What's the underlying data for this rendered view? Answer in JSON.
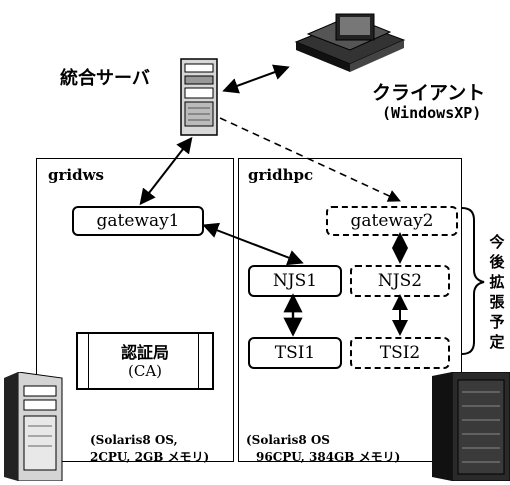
{
  "integration_server": {
    "label": "統合サーバ"
  },
  "client": {
    "label": "クライアント",
    "sublabel": "(WindowsXP)"
  },
  "panels": {
    "gridws": {
      "title": "gridws",
      "spec_line1": "(Solaris8 OS,",
      "spec_line2": "2CPU, 2GB メモリ)"
    },
    "gridhpc": {
      "title": "gridhpc",
      "spec_line1": "(Solaris8 OS",
      "spec_line2": "96CPU, 384GB メモリ)"
    }
  },
  "nodes": {
    "gateway1": "gateway1",
    "gateway2": "gateway2",
    "njs1": "NJS1",
    "njs2": "NJS2",
    "tsi1": "TSI1",
    "tsi2": "TSI2",
    "ca_line1": "認証局",
    "ca_line2": "(CA)"
  },
  "future_label": [
    "今",
    "後",
    "拡",
    "張",
    "予",
    "定"
  ]
}
